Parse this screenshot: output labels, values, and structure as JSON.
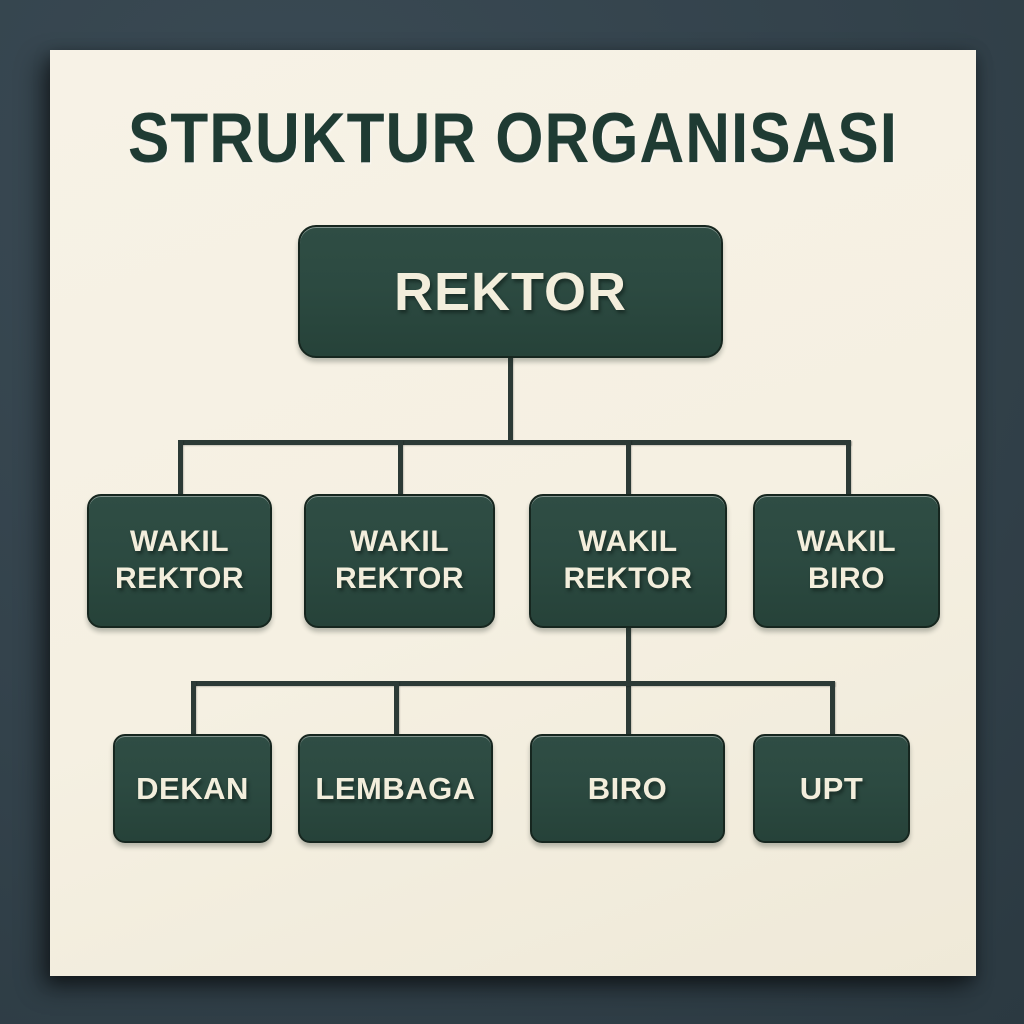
{
  "title": "STRUKTUR ORGANISASI",
  "nodes": {
    "rektor": "REKTOR",
    "wakil_rektor_1": "WAKIL\nREKTOR",
    "wakil_rektor_2": "WAKIL\nREKTOR",
    "wakil_rektor_3": "WAKIL\nREKTOR",
    "wakil_biro": "WAKIL\nBIRO",
    "dekan": "DEKAN",
    "lembaga": "LEMBAGA",
    "biro": "BIRO",
    "upt": "UPT"
  },
  "edges": [
    [
      "rektor",
      "wakil_rektor_1"
    ],
    [
      "rektor",
      "wakil_rektor_2"
    ],
    [
      "rektor",
      "wakil_rektor_3"
    ],
    [
      "rektor",
      "wakil_biro"
    ],
    [
      "wakil_rektor_3",
      "dekan"
    ],
    [
      "wakil_rektor_3",
      "lembaga"
    ],
    [
      "wakil_rektor_3",
      "biro"
    ],
    [
      "wakil_rektor_3",
      "upt"
    ]
  ],
  "colors": {
    "page_bg": "#33424b",
    "poster_bg": "#f5f0e2",
    "box_fill": "#2c4a41",
    "box_border": "#16261f",
    "box_text": "#f3eedc",
    "line": "#2c3a36",
    "title_text": "#1f3b33"
  }
}
